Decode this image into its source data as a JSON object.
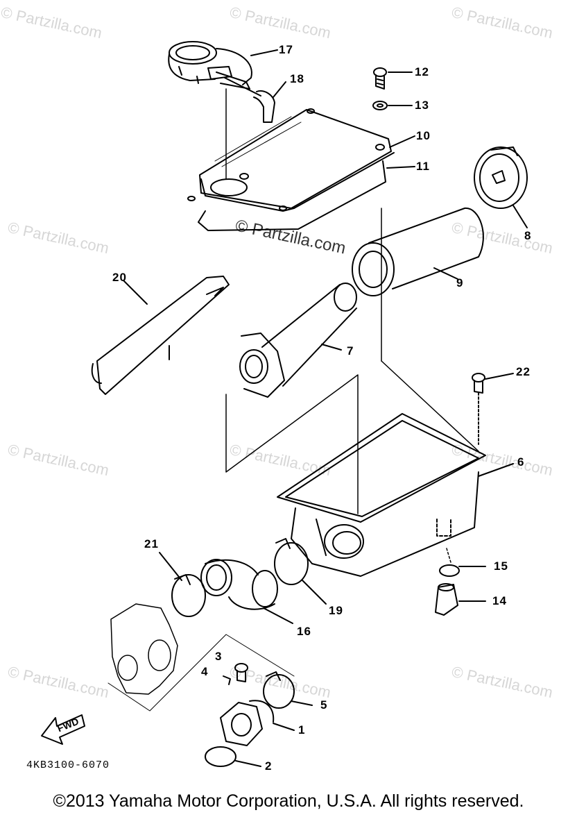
{
  "watermark": "© Partzilla.com",
  "callouts": {
    "c1": "1",
    "c2": "2",
    "c3": "3",
    "c4": "4",
    "c5": "5",
    "c6": "6",
    "c7": "7",
    "c8": "8",
    "c9": "9",
    "c10": "10",
    "c11": "11",
    "c12": "12",
    "c13": "13",
    "c14": "14",
    "c15": "15",
    "c16": "16",
    "c17": "17",
    "c18": "18",
    "c19": "19",
    "c20": "20",
    "c21": "21",
    "c22": "22"
  },
  "fwd_label": "FWD",
  "part_code": "4KB3100-6070",
  "copyright": "©2013  Yamaha Motor Corporation, U.S.A. All rights reserved.",
  "colors": {
    "ink": "#000000",
    "watermark": "#d6d6d6",
    "background": "#ffffff"
  }
}
